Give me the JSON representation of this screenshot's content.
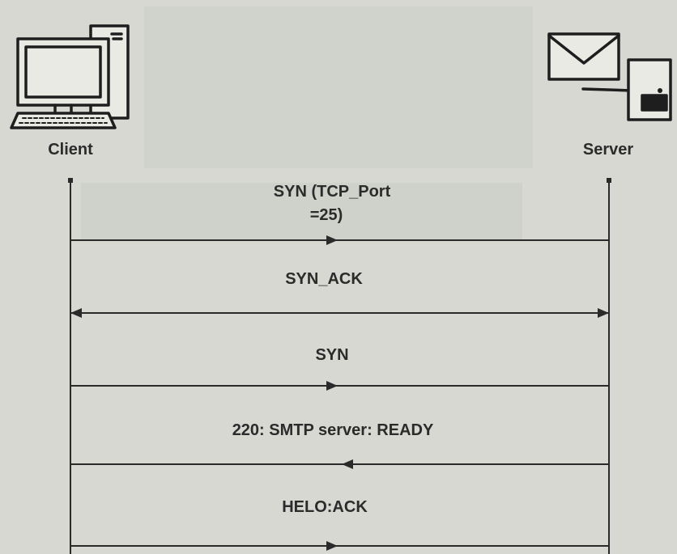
{
  "actors": {
    "client": {
      "label": "Client",
      "icon": "desktop-computer-icon"
    },
    "server": {
      "label": "Server",
      "icon": "mail-server-icon"
    }
  },
  "messages": [
    {
      "line1": "SYN (TCP_Port",
      "line2": "=25)",
      "direction": "client-to-server"
    },
    {
      "label": "SYN_ACK",
      "direction": "bidirectional"
    },
    {
      "label": "SYN",
      "direction": "client-to-server"
    },
    {
      "label": "220: SMTP server: READY",
      "direction": "server-to-client"
    },
    {
      "label": "HELO:ACK",
      "direction": "client-to-server"
    }
  ],
  "colors": {
    "background": "#d6d8d1",
    "panel": "#cdd0c8",
    "line": "#2a2a2a"
  }
}
